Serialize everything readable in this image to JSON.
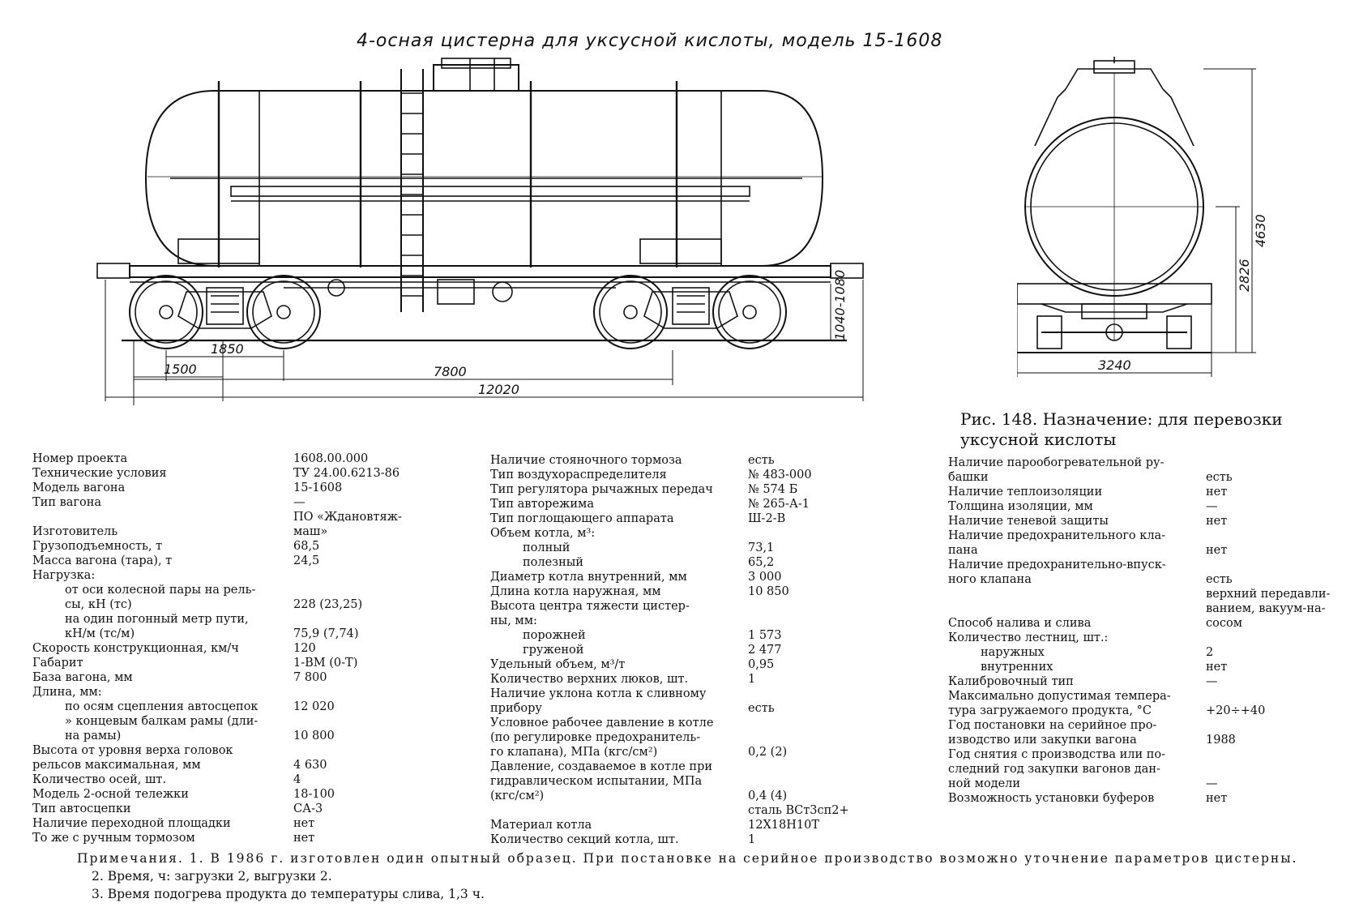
{
  "title": "4-осная цистерна для уксусной кислоты, модель 15-1608",
  "dimensions": {
    "side": [
      "1850",
      "1500",
      "7800",
      "12020",
      "1040-1080"
    ],
    "end": [
      "3240",
      "4630",
      "2826"
    ]
  },
  "caption": "Рис. 148. Назначение: для перевозки уксусной кислоты",
  "specs": {
    "column_a": [
      {
        "label": "Номер проекта",
        "value": "1608.00.000"
      },
      {
        "label": "Технические условия",
        "value": "ТУ 24.00.6213-86"
      },
      {
        "label": "Модель вагона",
        "value": "15-1608"
      },
      {
        "label": "Тип вагона",
        "value": "—"
      },
      {
        "label": "Изготовитель",
        "value": "ПО «Ждановтяж-\nмаш»"
      },
      {
        "label": "Грузоподъемность, т",
        "value": "68,5"
      },
      {
        "label": "Масса вагона (тара), т",
        "value": "24,5"
      },
      {
        "label": "Нагрузка:",
        "value": ""
      },
      {
        "label": "от оси колесной пары на рель-\nсы, кН (тс)",
        "value": "228 (23,25)",
        "indent": 1
      },
      {
        "label": "на один погонный метр пути,\nкН/м (тс/м)",
        "value": "75,9 (7,74)",
        "indent": 1
      },
      {
        "label": "Скорость конструкционная, км/ч",
        "value": "120"
      },
      {
        "label": "Габарит",
        "value": "1-ВМ (0-Т)"
      },
      {
        "label": "База вагона, мм",
        "value": "7 800"
      },
      {
        "label": "Длина, мм:",
        "value": ""
      },
      {
        "label": "по осям сцепления автосцепок",
        "value": "12 020",
        "indent": 1
      },
      {
        "label": "» концевым балкам рамы (дли-\nна рамы)",
        "value": "10 800",
        "indent": 1
      },
      {
        "label": "Высота от уровня верха головок\nрельсов максимальная, мм",
        "value": "4 630"
      },
      {
        "label": "Количество осей, шт.",
        "value": "4"
      },
      {
        "label": "Модель 2-осной тележки",
        "value": "18-100"
      },
      {
        "label": "Тип автосцепки",
        "value": "СА-3"
      },
      {
        "label": "Наличие переходной площадки",
        "value": "нет"
      },
      {
        "label": "То же с ручным тормозом",
        "value": "нет"
      }
    ],
    "column_b": [
      {
        "label": "Наличие стояночного тормоза",
        "value": "есть"
      },
      {
        "label": "Тип воздухораспределителя",
        "value": "№ 483-000"
      },
      {
        "label": "Тип регулятора рычажных передач",
        "value": "№ 574 Б"
      },
      {
        "label": "Тип авторежима",
        "value": "№ 265-А-1"
      },
      {
        "label": "Тип поглощающего аппарата",
        "value": "Ш-2-В"
      },
      {
        "label": "Объем котла, м³:",
        "value": ""
      },
      {
        "label": "полный",
        "value": "73,1",
        "indent": 1
      },
      {
        "label": "полезный",
        "value": "65,2",
        "indent": 1
      },
      {
        "label": "Диаметр котла внутренний, мм",
        "value": "3 000"
      },
      {
        "label": "Длина котла наружная, мм",
        "value": "10 850"
      },
      {
        "label": "Высота центра тяжести цистер-\nны, мм:",
        "value": ""
      },
      {
        "label": "порожней",
        "value": "1 573",
        "indent": 1
      },
      {
        "label": "груженой",
        "value": "2 477",
        "indent": 1
      },
      {
        "label": "Удельный объем, м³/т",
        "value": "0,95"
      },
      {
        "label": "Количество верхних люков, шт.",
        "value": "1"
      },
      {
        "label": "Наличие уклона котла к сливному\nприбору",
        "value": "есть"
      },
      {
        "label": "Условное рабочее давление в котле\n(по регулировке предохранитель-\nго клапана), МПа (кгс/см²)",
        "value": "0,2 (2)"
      },
      {
        "label": "Давление, создаваемое в котле при\nгидравлическом испытании, МПа\n(кгс/см²)",
        "value": "0,4 (4)"
      },
      {
        "label": "Материал котла",
        "value": "сталь ВСт3сп2+\n12Х18Н10Т"
      },
      {
        "label": "Количество секций котла, шт.",
        "value": "1"
      }
    ],
    "column_c": [
      {
        "label": "Наличие парообогревательной ру-\nбашки",
        "value": "есть"
      },
      {
        "label": "Наличие теплоизоляции",
        "value": "нет"
      },
      {
        "label": "Толщина изоляции, мм",
        "value": "—"
      },
      {
        "label": "Наличие теневой защиты",
        "value": "нет"
      },
      {
        "label": "Наличие предохранительного кла-\nпана",
        "value": "нет"
      },
      {
        "label": "Наличие предохранительно-впуск-\nного клапана",
        "value": "есть"
      },
      {
        "label": "Способ налива и слива",
        "value": "верхний передавли-\nванием, вакуум-на-\nсосом"
      },
      {
        "label": "Количество лестниц, шт.:",
        "value": ""
      },
      {
        "label": "наружных",
        "value": "2",
        "indent": 1
      },
      {
        "label": "внутренних",
        "value": "нет",
        "indent": 1
      },
      {
        "label": "Калибровочный тип",
        "value": "—"
      },
      {
        "label": "Максимально допустимая темпера-\nтура загружаемого продукта, °С",
        "value": "+20÷+40"
      },
      {
        "label": "Год постановки на серийное про-\nизводство или закупки вагона",
        "value": "1988"
      },
      {
        "label": "Год снятия с производства или по-\nследний год закупки вагонов дан-\nной модели",
        "value": "—"
      },
      {
        "label": "Возможность установки буферов",
        "value": "нет"
      }
    ]
  },
  "notes": [
    "Примечания. 1. В 1986 г. изготовлен один опытный образец. При постановке на серийное производство возможно уточнение параметров цистерны.",
    "2. Время, ч: загрузки 2, выгрузки 2.",
    "3. Время подогрева продукта до температуры слива, 1,3 ч."
  ]
}
